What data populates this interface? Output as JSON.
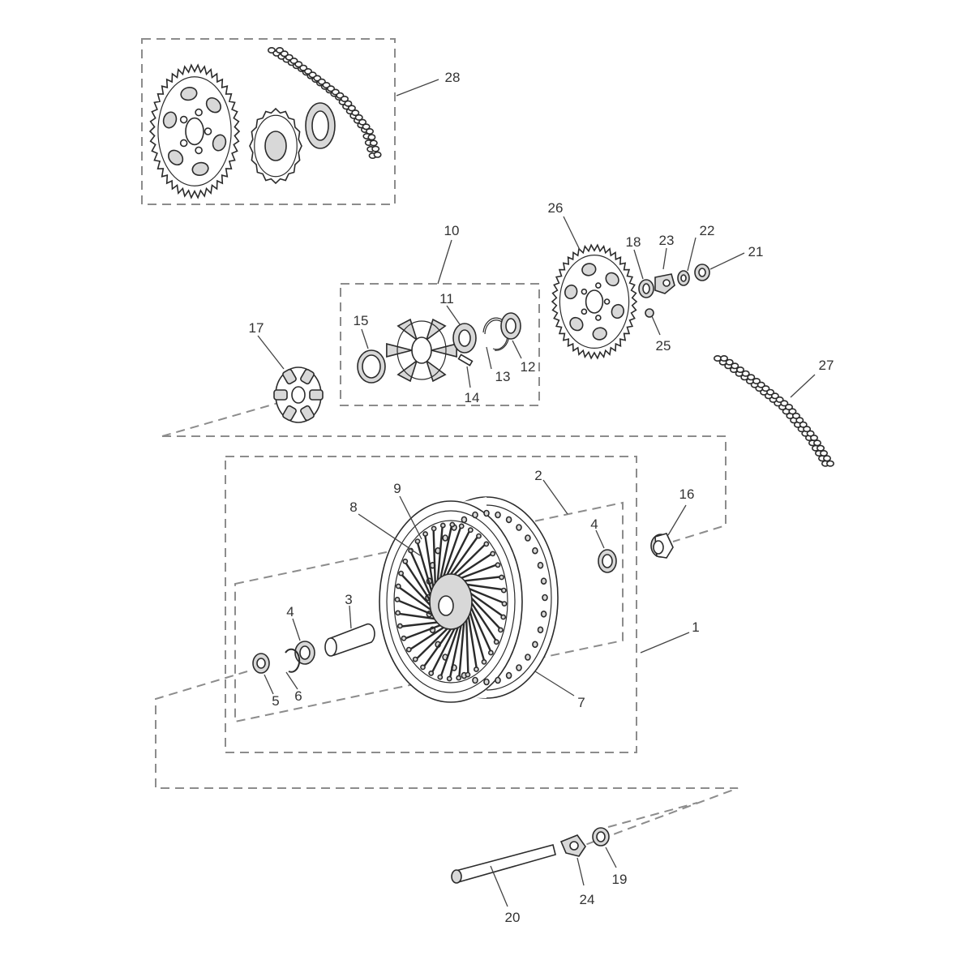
{
  "diagram": {
    "labels": {
      "1": "1",
      "2": "2",
      "3": "3",
      "4": "4",
      "4b": "4",
      "5": "5",
      "6": "6",
      "7": "7",
      "8": "8",
      "9": "9",
      "10": "10",
      "11": "11",
      "12": "12",
      "13": "13",
      "14": "14",
      "15": "15",
      "16": "16",
      "17": "17",
      "18": "18",
      "19": "19",
      "20": "20",
      "21": "21",
      "22": "22",
      "23": "23",
      "24": "24",
      "25": "25",
      "26": "26",
      "27": "27",
      "28": "28"
    },
    "colors": {
      "line": "#2b2b2b",
      "dash": "#8c8c8c",
      "label": "#333333",
      "fill": "#d8d8d8"
    }
  }
}
